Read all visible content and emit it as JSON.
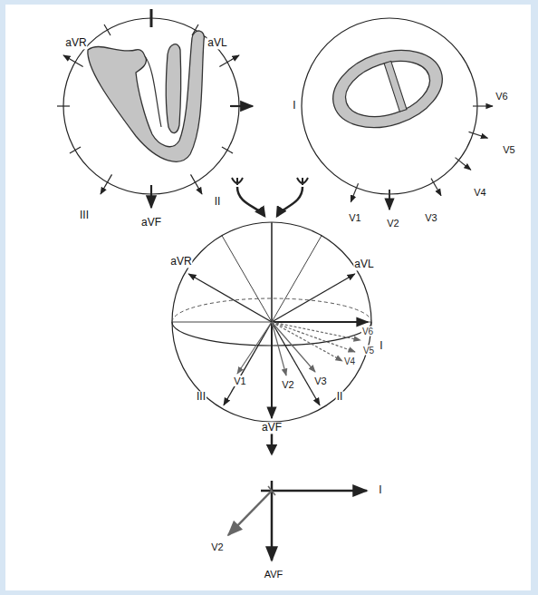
{
  "diagram": {
    "labels": [
      "aVR",
      "aVL",
      "I",
      "III",
      "aVF",
      "II",
      "V6",
      "V5",
      "V4",
      "V1",
      "V2",
      "V3",
      "aVR",
      "aVL",
      "I",
      "V6",
      "V5",
      "V4",
      "V1",
      "V2",
      "V3",
      "III",
      "aVF",
      "II",
      "I",
      "V2",
      "AVF"
    ]
  }
}
